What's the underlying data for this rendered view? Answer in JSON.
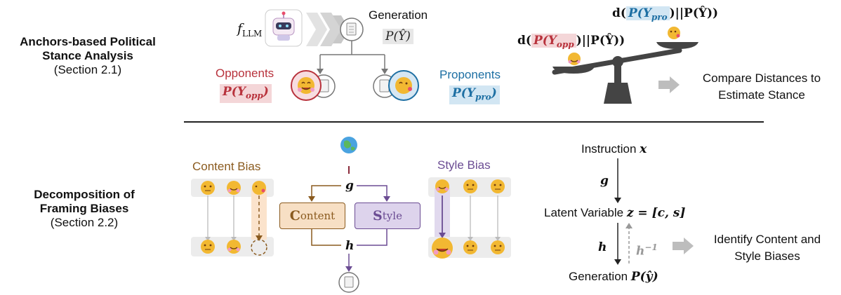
{
  "rows": {
    "top": {
      "title": "Anchors-based Political Stance Analysis",
      "section": "(Section 2.1)"
    },
    "bottom": {
      "title": "Decomposition of Framing Biases",
      "section": "(Section 2.2)"
    }
  },
  "top": {
    "llm_label": "f",
    "llm_sub": "LLM",
    "generation_label": "Generation",
    "generation_math": "P(Ŷ)",
    "opponents_label": "Opponents",
    "opponents_math": "P(Y",
    "opponents_sub": "opp",
    "proponents_label": "Proponents",
    "proponents_math": "P(Y",
    "proponents_sub": "pro",
    "dist_pro_left": "d(",
    "dist_pro_pill": "P(Y",
    "dist_pro_sub": "pro",
    "dist_pro_right": ")||P(Ŷ))",
    "dist_opp_left": "d(",
    "dist_opp_pill": "P(Y",
    "dist_opp_sub": "opp",
    "dist_opp_right": ")||P(Ŷ))",
    "compare_label": "Compare Distances to Estimate Stance"
  },
  "bottom": {
    "content_bias_label": "Content Bias",
    "style_bias_label": "Style Bias",
    "g_label": "g",
    "h_label": "h",
    "content_box_first": "C",
    "content_box_rest": "ontent",
    "style_box_first": "S",
    "style_box_rest": "tyle",
    "instruction_label": "Instruction",
    "instruction_math": "x",
    "g_right": "g",
    "h_right": "h",
    "h_inv": "h",
    "h_inv_sup": "−1",
    "latent_label": "Latent Variable",
    "latent_math": "z = [c, s]",
    "identify_label": "Identify Content and Style Biases",
    "generation_label": "Generation",
    "generation_math": "P(ŷ)"
  },
  "colors": {
    "opponent_red": "#b8323c",
    "proponent_blue": "#1d6fa3",
    "content_brown": "#8a5a1e",
    "style_purple": "#6b4c93",
    "content_fill": "#f7dfc4",
    "style_fill": "#ddd3ec"
  },
  "icons": [
    "robot-icon",
    "document-icon",
    "globe-icon",
    "emoji-neutral-icon",
    "emoji-happy-icon",
    "emoji-kiss-icon",
    "scale-icon",
    "arrow-right-icon"
  ]
}
